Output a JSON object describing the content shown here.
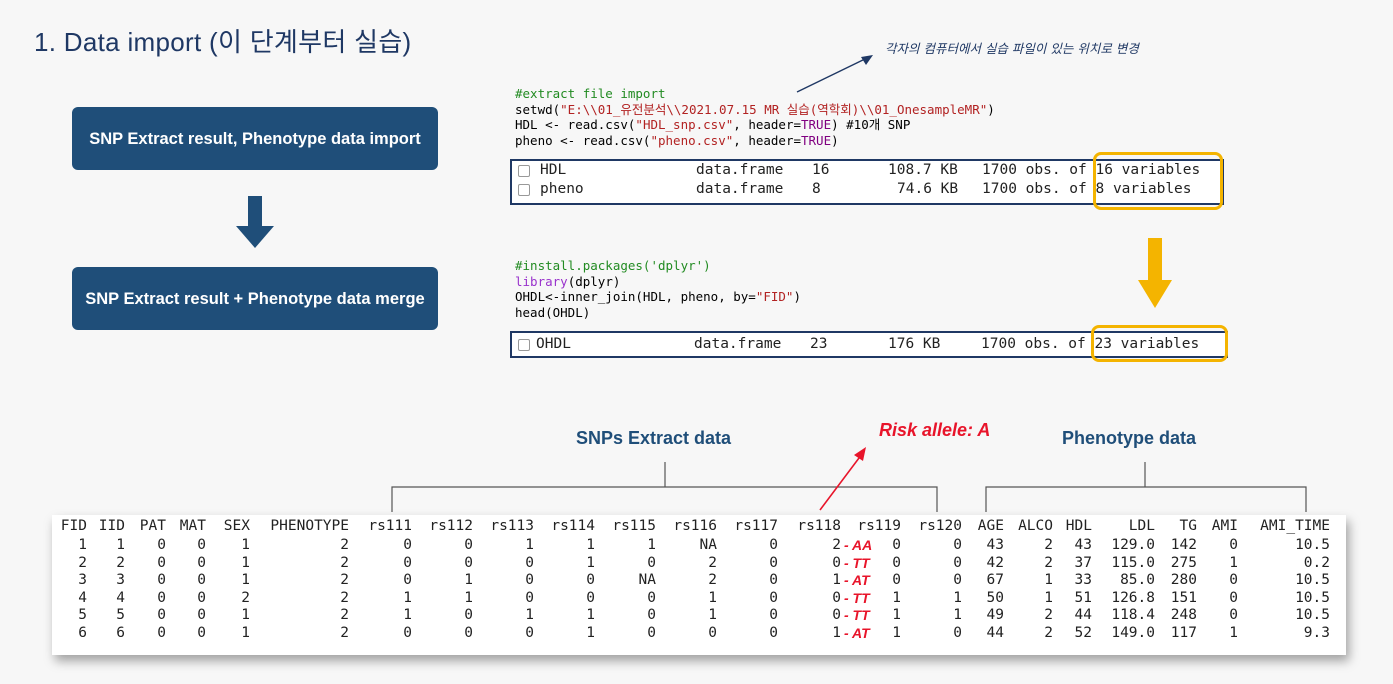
{
  "title": "1. Data import (이 단계부터 실습)",
  "steps": [
    {
      "label": "SNP Extract result, Phenotype data import"
    },
    {
      "label": "SNP Extract result +  Phenotype data merge"
    }
  ],
  "note": "각자의 컴퓨터에서 실습 파일이 있는 위치로 변경",
  "code1": {
    "comment": "#extract file import",
    "setwd_a": "setwd(",
    "setwd_str": "\"E:\\\\01_유전분석\\\\2021.07.15 MR 실습(역학회)\\\\01_OnesampleMR\"",
    "setwd_b": ")",
    "hdl_a": "HDL <- read.csv(",
    "hdl_str": "\"HDL_snp.csv\"",
    "hdl_b": ", header=",
    "hdl_true": "TRUE",
    "hdl_c": ") #10개 SNP",
    "pheno_a": "pheno <- read.csv(",
    "pheno_str": "\"pheno.csv\"",
    "pheno_b": ", header=",
    "pheno_true": "TRUE",
    "pheno_c": ")"
  },
  "env1": [
    {
      "name": "HDL",
      "type": "data.frame",
      "n": "16",
      "size": "108.7 KB",
      "desc": "1700 obs. of 16 variables"
    },
    {
      "name": "pheno",
      "type": "data.frame",
      "n": "8",
      "size": "74.6 KB",
      "desc": "1700 obs. of 8 variables"
    }
  ],
  "code2": {
    "comment": "#install.packages('dplyr')",
    "lib_kw": "library",
    "lib_rest": "(dplyr)",
    "join_a": "OHDL<-inner_join(HDL, pheno, by=",
    "join_str": "\"FID\"",
    "join_b": ")",
    "head": "head(OHDL)"
  },
  "env2": [
    {
      "name": "OHDL",
      "type": "data.frame",
      "n": "23",
      "size": "176 KB",
      "desc": "1700 obs. of 23 variables"
    }
  ],
  "labels": {
    "snps": "SNPs Extract data",
    "pheno": "Phenotype data",
    "risk": "Risk allele: A"
  },
  "table": {
    "headers": [
      "FID",
      "IID",
      "PAT",
      "MAT",
      "SEX",
      "PHENOTYPE",
      "rs111",
      "rs112",
      "rs113",
      "rs114",
      "rs115",
      "rs116",
      "rs117",
      "rs118",
      "rs119",
      "rs120",
      "AGE",
      "ALCO",
      "HDL",
      "LDL",
      "TG",
      "AMI",
      "AMI_TIME"
    ],
    "rows": [
      [
        "1",
        "1",
        "0",
        "0",
        "1",
        "2",
        "0",
        "0",
        "1",
        "1",
        "1",
        "NA",
        "0",
        "2",
        "0",
        "0",
        "43",
        "2",
        "43",
        "129.0",
        "142",
        "0",
        "10.5"
      ],
      [
        "2",
        "2",
        "0",
        "0",
        "1",
        "2",
        "0",
        "0",
        "0",
        "1",
        "0",
        "2",
        "0",
        "0",
        "0",
        "0",
        "42",
        "2",
        "37",
        "115.0",
        "275",
        "1",
        "0.2"
      ],
      [
        "3",
        "3",
        "0",
        "0",
        "1",
        "2",
        "0",
        "1",
        "0",
        "0",
        "NA",
        "2",
        "0",
        "1",
        "0",
        "0",
        "67",
        "1",
        "33",
        "85.0",
        "280",
        "0",
        "10.5"
      ],
      [
        "4",
        "4",
        "0",
        "0",
        "2",
        "2",
        "1",
        "1",
        "0",
        "0",
        "0",
        "1",
        "0",
        "0",
        "1",
        "1",
        "50",
        "1",
        "51",
        "126.8",
        "151",
        "0",
        "10.5"
      ],
      [
        "5",
        "5",
        "0",
        "0",
        "1",
        "2",
        "1",
        "0",
        "1",
        "1",
        "0",
        "1",
        "0",
        "0",
        "1",
        "1",
        "49",
        "2",
        "44",
        "118.4",
        "248",
        "0",
        "10.5"
      ],
      [
        "6",
        "6",
        "0",
        "0",
        "1",
        "2",
        "0",
        "0",
        "0",
        "1",
        "0",
        "0",
        "0",
        "1",
        "1",
        "0",
        "44",
        "2",
        "52",
        "149.0",
        "117",
        "1",
        "9.3"
      ]
    ],
    "genotypes": [
      "- AA",
      "- TT",
      "- AT",
      "- TT",
      "- TT",
      "- AT"
    ]
  },
  "colors": {
    "navy": "#1f4e79",
    "highlight": "#f4b400",
    "risk_red": "#e8142a"
  }
}
